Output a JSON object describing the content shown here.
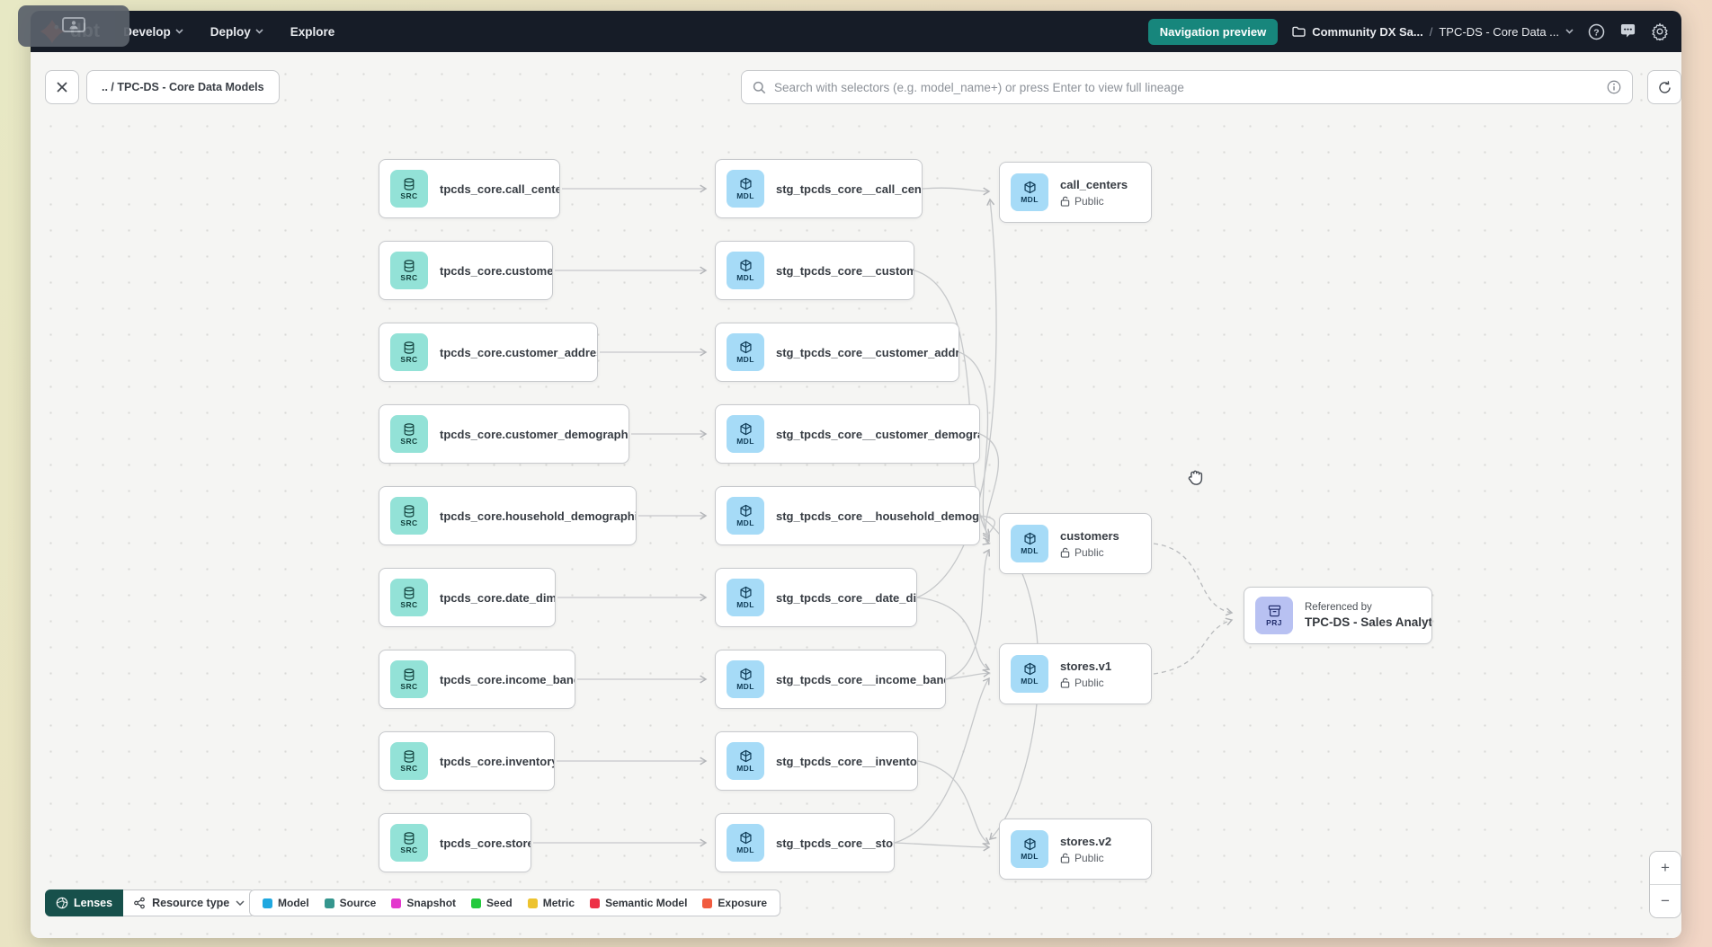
{
  "brand": {
    "logo_text": "dbt",
    "logo_orange": "#ff4e1f",
    "accent_teal": "#17867c"
  },
  "header": {
    "nav": [
      {
        "label": "Develop"
      },
      {
        "label": "Deploy"
      },
      {
        "label": "Explore"
      }
    ],
    "preview_button": "Navigation preview",
    "breadcrumb": {
      "project": "Community DX Sa...",
      "separator": "/",
      "page": "TPC-DS - Core Data ..."
    }
  },
  "toolbar": {
    "lineage_breadcrumb": ".. / TPC-DS - Core Data Models",
    "search_placeholder": "Search with selectors (e.g. model_name+) or press Enter to view full lineage"
  },
  "graph": {
    "badge_labels": {
      "source": "SRC",
      "model": "MDL",
      "project": "PRJ"
    },
    "rows": [
      {
        "source": "tpcds_core.call_center",
        "staging": "stg_tpcds_core__call_center"
      },
      {
        "source": "tpcds_core.customer",
        "staging": "stg_tpcds_core__customer"
      },
      {
        "source": "tpcds_core.customer_address",
        "staging": "stg_tpcds_core__customer_address"
      },
      {
        "source": "tpcds_core.customer_demographics",
        "staging": "stg_tpcds_core__customer_demogra..."
      },
      {
        "source": "tpcds_core.household_demographics",
        "staging": "stg_tpcds_core__household_demogr..."
      },
      {
        "source": "tpcds_core.date_dim",
        "staging": "stg_tpcds_core__date_dim"
      },
      {
        "source": "tpcds_core.income_band",
        "staging": "stg_tpcds_core__income_band"
      },
      {
        "source": "tpcds_core.inventory",
        "staging": "stg_tpcds_core__inventory"
      },
      {
        "source": "tpcds_core.store",
        "staging": "stg_tpcds_core__store"
      }
    ],
    "public_models": [
      {
        "name": "call_centers",
        "access": "Public"
      },
      {
        "name": "customers",
        "access": "Public"
      },
      {
        "name": "stores.v1",
        "access": "Public"
      },
      {
        "name": "stores.v2",
        "access": "Public"
      }
    ],
    "project_ref": {
      "caption": "Referenced by",
      "name": "TPC-DS - Sales Analytics"
    }
  },
  "footer": {
    "lenses_label": "Lenses",
    "resource_type_label": "Resource type",
    "legend": [
      {
        "label": "Model",
        "color": "#1fa8e0"
      },
      {
        "label": "Source",
        "color": "#35968e"
      },
      {
        "label": "Snapshot",
        "color": "#e338cd"
      },
      {
        "label": "Seed",
        "color": "#23c93d"
      },
      {
        "label": "Metric",
        "color": "#edc32f"
      },
      {
        "label": "Semantic Model",
        "color": "#ed3146"
      },
      {
        "label": "Exposure",
        "color": "#f15b3f"
      }
    ]
  },
  "zoom_controls": {
    "zoom_in": "+",
    "zoom_out": "−"
  }
}
